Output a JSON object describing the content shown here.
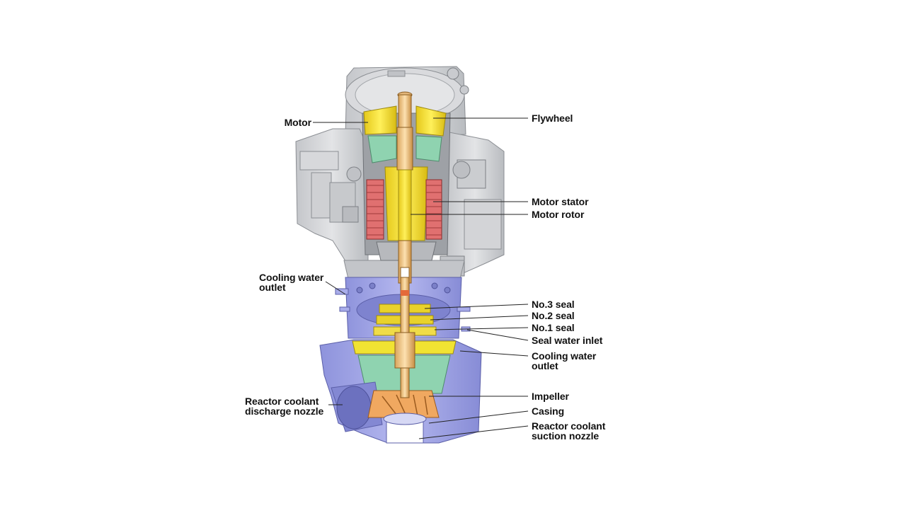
{
  "labels": {
    "motor": "Motor",
    "flywheel": "Flywheel",
    "motor_stator": "Motor stator",
    "motor_rotor": "Motor rotor",
    "cooling_water_outlet_top": [
      "Cooling water",
      "outlet"
    ],
    "no3_seal": "No.3 seal",
    "no2_seal": "No.2 seal",
    "no1_seal": "No.1 seal",
    "seal_water_inlet": "Seal water inlet",
    "cooling_water_outlet_bottom": [
      "Cooling water",
      "outlet"
    ],
    "discharge_nozzle": [
      "Reactor coolant",
      "discharge nozzle"
    ],
    "impeller": "Impeller",
    "casing": "Casing",
    "suction_nozzle": [
      "Reactor coolant",
      "suction nozzle"
    ]
  },
  "colors": {
    "motor_housing": "#d4d6d9",
    "casing": "#9ea3e6",
    "shaft": "#f1e332",
    "seal_parts": "#e9d22b",
    "stator_coil": "#e07070",
    "bearing_green": "#8fd3b0",
    "impeller": "#f0a860",
    "leader_line": "#222222"
  }
}
